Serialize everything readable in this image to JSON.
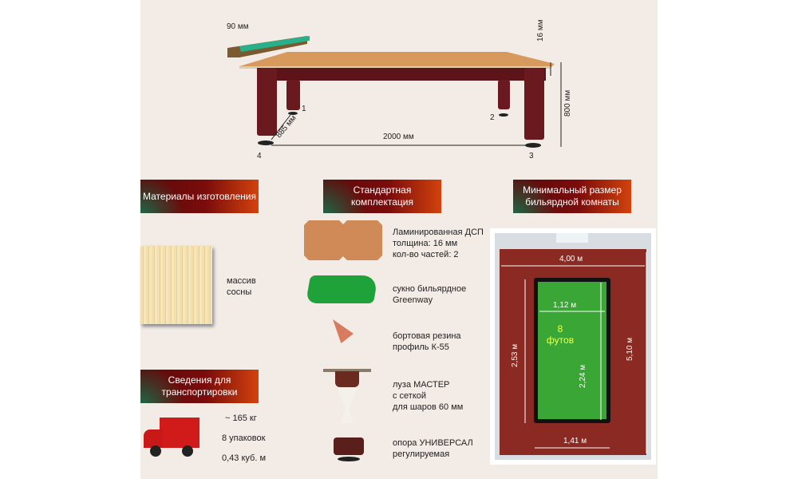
{
  "table_diagram": {
    "rail_width": "90 мм",
    "top_thickness": "16 мм",
    "height": "800 мм",
    "length": "2000 мм",
    "leg_spacing": "885 мм",
    "legs": [
      "1",
      "2",
      "3",
      "4"
    ]
  },
  "sections": {
    "materials": {
      "title": "Материалы изготовления",
      "items": [
        {
          "text": "массив\nсосны"
        }
      ]
    },
    "standard": {
      "title": "Стандартная комплектация",
      "items": [
        {
          "text": "Ламинированная ДСП\nтолщина: 16 мм\nкол-во частей: 2"
        },
        {
          "text": "сукно бильярдное\nGreenway"
        },
        {
          "text": "бортовая резина\nпрофиль К-55"
        },
        {
          "text": "луза МАСТЕР\nс сеткой\nдля шаров 60 мм"
        },
        {
          "text": "опора УНИВЕРСАЛ\nрегулируемая"
        }
      ]
    },
    "transport": {
      "title": "Сведения для транспортировки",
      "weight": "~ 165 кг",
      "packages": "8 упаковок",
      "volume": "0,43 куб. м"
    },
    "room": {
      "title": "Минимальный размер бильярдной комнаты",
      "room_width": "4,00 м",
      "room_length": "5,10 м",
      "play_width": "1,12 м",
      "play_length": "2,24 м",
      "table_width": "1,41 м",
      "table_length": "2,53 м",
      "table_size": "8\nфутов"
    }
  },
  "colors": {
    "header_dark": "#7a0c0c",
    "header_accent": "#d2420d",
    "cloth": "#3aa635",
    "carpet": "#8a2a22"
  }
}
